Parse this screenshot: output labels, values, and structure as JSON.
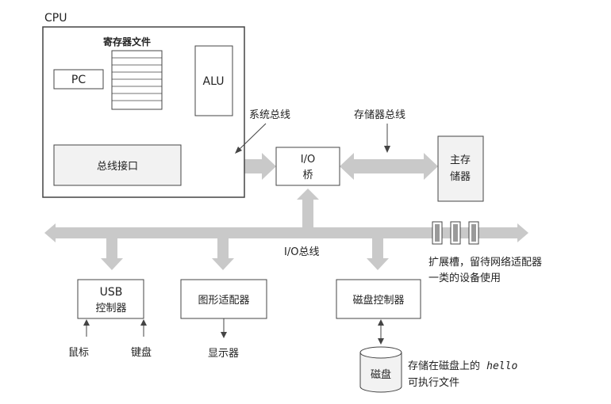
{
  "labels": {
    "cpu": "CPU",
    "register_file": "寄存器文件",
    "pc": "PC",
    "alu": "ALU",
    "bus_interface": "总线接口",
    "system_bus": "系统总线",
    "memory_bus": "存储器总线",
    "io_bridge_line1": "I/O",
    "io_bridge_line2": "桥",
    "main_memory_line1": "主存",
    "main_memory_line2": "储器",
    "io_bus": "I/O总线",
    "expansion_line1": "扩展槽，留待网络适配器",
    "expansion_line2": "一类的设备使用",
    "usb_line1": "USB",
    "usb_line2": "控制器",
    "graphics_adapter": "图形适配器",
    "disk_controller": "磁盘控制器",
    "mouse": "鼠标",
    "keyboard": "键盘",
    "display": "显示器",
    "disk": "磁盘",
    "disk_note_prefix": "存储在磁盘上的",
    "disk_note_word": "hello",
    "disk_note_line2": "可执行文件"
  },
  "colors": {
    "bus": "#c9c9c9",
    "box_fill": "#f2f2f2",
    "stroke": "#444444",
    "text": "#222222"
  }
}
